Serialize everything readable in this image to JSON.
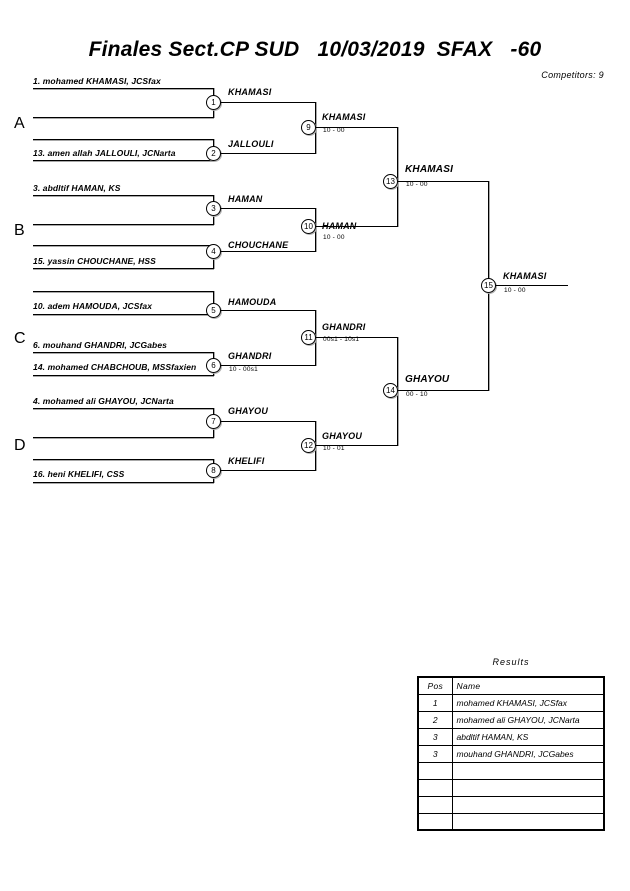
{
  "header": {
    "title": "Finales Sect.CP SUD   10/03/2019  SFAX   -60",
    "competitors": "Competitors: 9"
  },
  "sections": [
    {
      "letter": "A"
    },
    {
      "letter": "B"
    },
    {
      "letter": "C"
    },
    {
      "letter": "D"
    }
  ],
  "entries": [
    {
      "label": "1. mohamed KHAMASI, JCSfax"
    },
    {
      "label": "13. amen allah JALLOULI, JCNarta"
    },
    {
      "label": "3. abdltif HAMAN, KS"
    },
    {
      "label": "15. yassin CHOUCHANE, HSS"
    },
    {
      "label": "10. adem HAMOUDA, JCSfax"
    },
    {
      "label": "6. mouhand GHANDRI, JCGabes"
    },
    {
      "label": "14. mohamed CHABCHOUB, MSSfaxien"
    },
    {
      "label": "4. mohamed ali GHAYOU, JCNarta"
    },
    {
      "label": "16. heni KHELIFI, CSS"
    }
  ],
  "matches": [
    {
      "number": "1",
      "winner": "KHAMASI",
      "score": ""
    },
    {
      "number": "2",
      "winner": "JALLOULI",
      "score": ""
    },
    {
      "number": "3",
      "winner": "HAMAN",
      "score": ""
    },
    {
      "number": "4",
      "winner": "CHOUCHANE",
      "score": ""
    },
    {
      "number": "5",
      "winner": "HAMOUDA",
      "score": ""
    },
    {
      "number": "6",
      "winner": "GHANDRI",
      "score": "10 - 00s1"
    },
    {
      "number": "7",
      "winner": "GHAYOU",
      "score": ""
    },
    {
      "number": "8",
      "winner": "KHELIFI",
      "score": ""
    },
    {
      "number": "9",
      "winner": "KHAMASI",
      "score": "10 - 00"
    },
    {
      "number": "10",
      "winner": "HAMAN",
      "score": "10 - 00"
    },
    {
      "number": "11",
      "winner": "GHANDRI",
      "score": "00s1 - 10s1"
    },
    {
      "number": "12",
      "winner": "GHAYOU",
      "score": "10 - 01"
    },
    {
      "number": "13",
      "winner": "KHAMASI",
      "score": "10 - 00"
    },
    {
      "number": "14",
      "winner": "GHAYOU",
      "score": "00 - 10"
    },
    {
      "number": "15",
      "winner": "KHAMASI",
      "score": "10 - 00"
    }
  ],
  "results": {
    "title": "Results",
    "columns": {
      "pos": "Pos",
      "name": "Name"
    },
    "rows": [
      {
        "pos": "1",
        "name": "mohamed KHAMASI, JCSfax"
      },
      {
        "pos": "2",
        "name": "mohamed ali GHAYOU, JCNarta"
      },
      {
        "pos": "3",
        "name": "abdltif HAMAN, KS"
      },
      {
        "pos": "3",
        "name": "mouhand GHANDRI, JCGabes"
      },
      {
        "pos": "",
        "name": ""
      },
      {
        "pos": "",
        "name": ""
      },
      {
        "pos": "",
        "name": ""
      },
      {
        "pos": "",
        "name": ""
      }
    ]
  }
}
